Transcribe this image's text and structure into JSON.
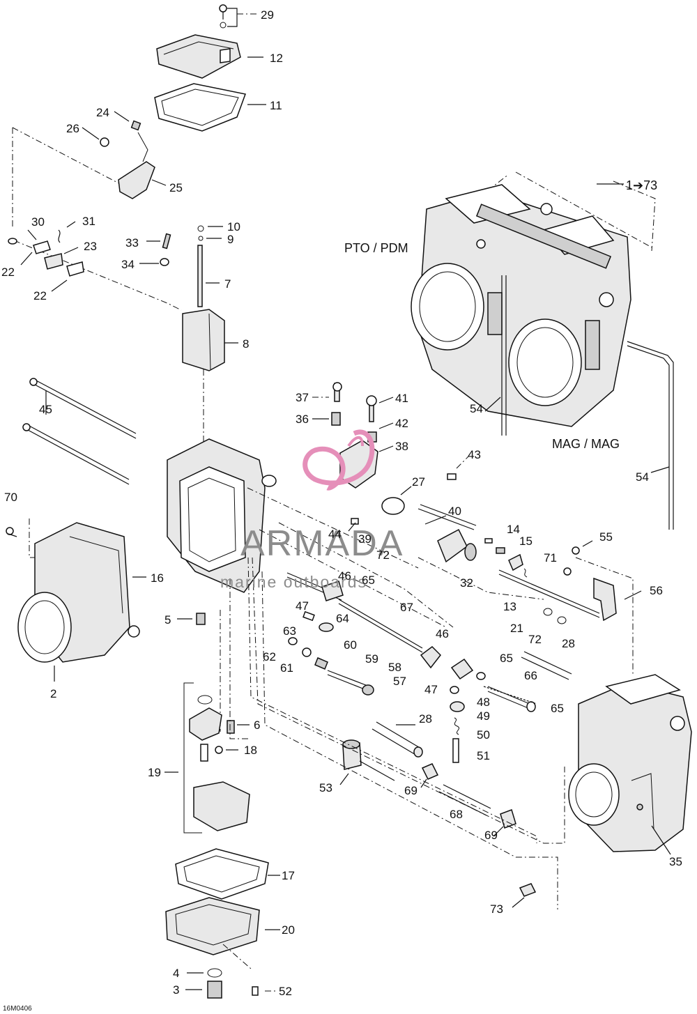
{
  "diagram": {
    "drawing_code": "16M0406",
    "labels": {
      "assembly_range": "1➔73",
      "pto": "PTO / PDM",
      "mag": "MAG / MAG"
    },
    "watermark": {
      "brand": "ARMADA",
      "tagline": "marine outboards",
      "logo_color": "#e58fb9"
    },
    "callouts": [
      "29",
      "12",
      "11",
      "24",
      "26",
      "25",
      "30",
      "31",
      "23",
      "22",
      "22",
      "33",
      "34",
      "10",
      "9",
      "7",
      "8",
      "45",
      "70",
      "2",
      "16",
      "5",
      "19",
      "6",
      "18",
      "17",
      "20",
      "4",
      "3",
      "52",
      "37",
      "36",
      "41",
      "42",
      "38",
      "27",
      "43",
      "44",
      "39",
      "72",
      "40",
      "46",
      "65",
      "47",
      "64",
      "67",
      "63",
      "62",
      "61",
      "60",
      "59",
      "58",
      "57",
      "46",
      "47",
      "48",
      "49",
      "50",
      "51",
      "53",
      "28",
      "69",
      "68",
      "69",
      "14",
      "15",
      "71",
      "55",
      "13",
      "32",
      "21",
      "72",
      "56",
      "28",
      "65",
      "66",
      "65",
      "35",
      "73",
      "54",
      "54"
    ]
  }
}
